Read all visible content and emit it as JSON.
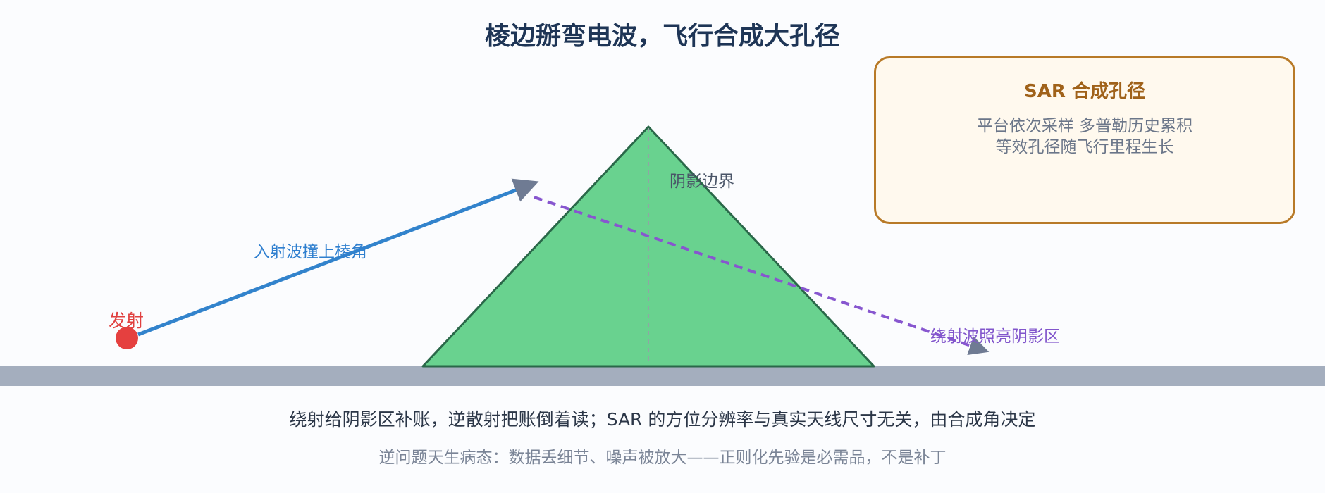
{
  "title": "棱边掰弯电波，飞行合成大孔径",
  "sar_box": {
    "title": "SAR 合成孔径",
    "line1": "平台依次采样 多普勒历史累积",
    "line2": "等效孔径随飞行里程生长"
  },
  "labels": {
    "emit": "发射",
    "incident": "入射波撞上棱角",
    "shadow_boundary": "阴影边界",
    "diffracted": "绕射波照亮阴影区"
  },
  "captions": {
    "main": "绕射给阴影区补账，逆散射把账倒着读；SAR 的方位分辨率与真实天线尺寸无关，由合成角决定",
    "sub": "逆问题天生病态：数据丢细节、噪声被放大——正则化先验是必需品，不是补丁"
  },
  "colors": {
    "title": "#1e3556",
    "ground": "#a4aebe",
    "prism_fill": "#69d28f",
    "prism_stroke": "#2a6849",
    "incident": "#3283cc",
    "diffracted": "#8756cf",
    "arrowhead": "#6f7b93",
    "emitter": "#e5403f",
    "sar_border": "#b87a28",
    "sar_track": "#e07028",
    "sar_target": "#2e8b5a"
  }
}
